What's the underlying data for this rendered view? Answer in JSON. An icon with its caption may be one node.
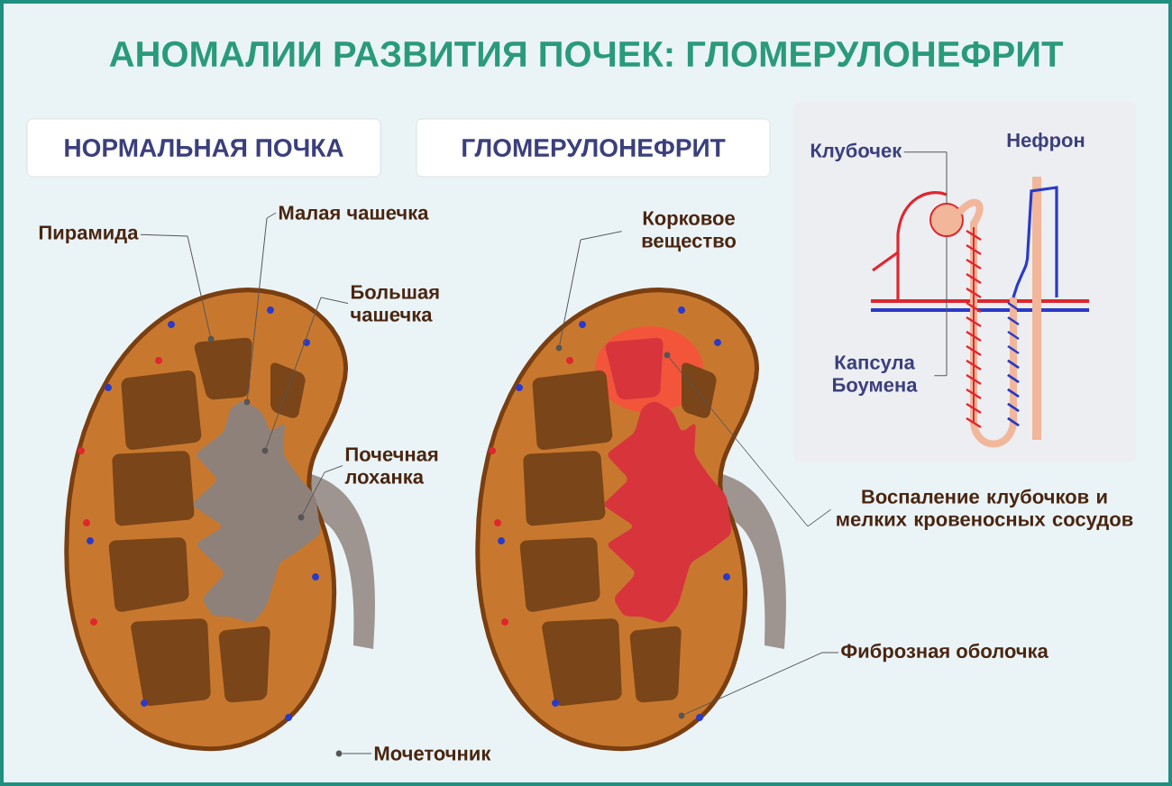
{
  "diagram": {
    "title": "АНОМАЛИИ РАЗВИТИЯ ПОЧЕК: ГЛОМЕРУЛОНЕФРИТ",
    "nodes": [
      {
        "text": [
          "НОРМАЛЬНАЯ ПОЧКА"
        ]
      },
      {
        "text": [
          "ГЛОМЕРУЛОНЕФРИТ"
        ]
      },
      {
        "text": [
          "Нефрон"
        ]
      },
      {
        "text": [
          "Пирамида"
        ]
      },
      {
        "text": [
          "Малая чашечка"
        ]
      },
      {
        "text": [
          "Большая чашечка"
        ]
      },
      {
        "text": [
          "Почечная лоханка"
        ]
      },
      {
        "text": [
          "Мочеточник"
        ]
      },
      {
        "text": [
          "Корковое вещество"
        ]
      },
      {
        "text": [
          "Воспаление клубочков и мелких кровеносных сосудов"
        ]
      },
      {
        "text": [
          "Фиброзная оболочка"
        ]
      },
      {
        "text": [
          "Клубочек"
        ],
        "in": 2
      },
      {
        "text": [
          "Капсула Боумена"
        ],
        "in": 2
      },
      {
        "text": [],
        "shape": "circle",
        "in": 2
      },
      {
        "text": [],
        "shape": "circle"
      },
      {
        "text": [],
        "shape": "circle"
      },
      {
        "text": [],
        "shape": "circle"
      },
      {
        "text": [],
        "shape": "circle"
      },
      {
        "text": [],
        "shape": "circle"
      },
      {
        "text": [],
        "shape": "circle"
      },
      {
        "text": [],
        "shape": "circle"
      },
      {
        "text": [],
        "shape": "circle"
      }
    ],
    "edges": [
      {
        "from": 3,
        "to": 14,
        "arrow": "none"
      },
      {
        "from": 4,
        "to": 15,
        "arrow": "none"
      },
      {
        "from": 5,
        "to": 16,
        "arrow": "none"
      },
      {
        "from": 6,
        "to": 17,
        "arrow": "none"
      },
      {
        "from": 7,
        "to": 18,
        "arrow": "none"
      },
      {
        "from": 8,
        "to": 19,
        "arrow": "none"
      },
      {
        "from": 9,
        "to": 20,
        "arrow": "none"
      },
      {
        "from": 10,
        "to": 21,
        "arrow": "none"
      },
      {
        "from": 11,
        "to": 13,
        "arrow": "none"
      },
      {
        "from": 12,
        "to": 13,
        "arrow": "none"
      }
    ]
  }
}
